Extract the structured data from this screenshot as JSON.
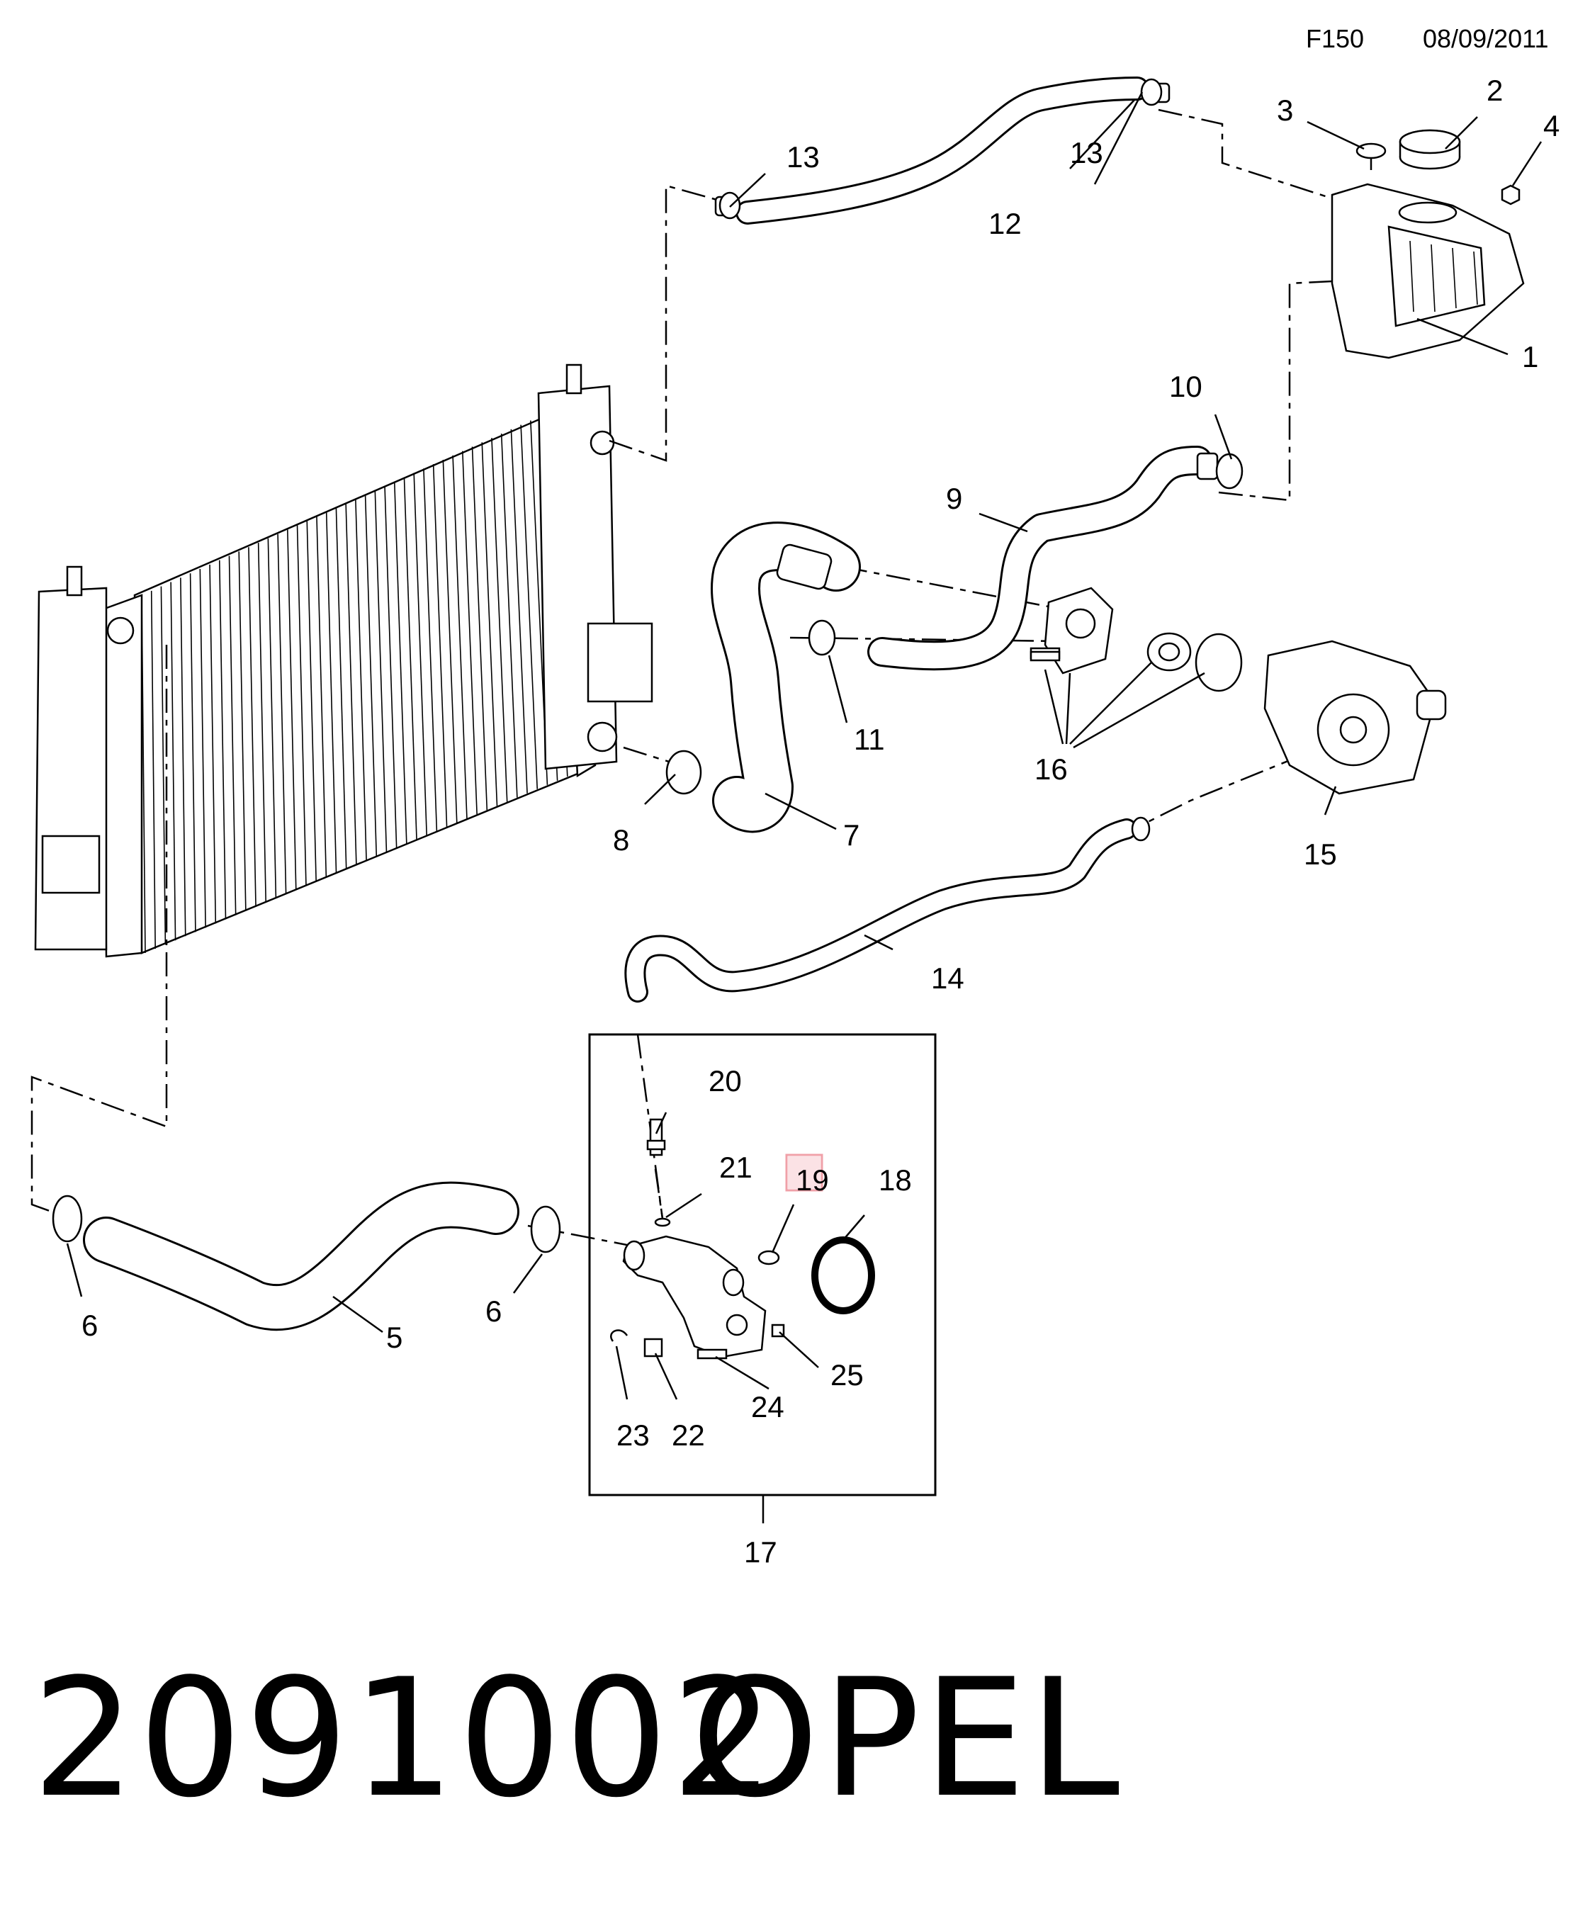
{
  "header": {
    "code": "F150",
    "date": "08/09/2011"
  },
  "footer": {
    "part_number": "2091002",
    "brand": "OPEL"
  },
  "callouts": [
    "1",
    "2",
    "3",
    "4",
    "5",
    "6",
    "6",
    "7",
    "8",
    "9",
    "10",
    "11",
    "12",
    "13",
    "13",
    "14",
    "15",
    "16",
    "17",
    "18",
    "19",
    "20",
    "21",
    "22",
    "23",
    "24",
    "25"
  ],
  "highlight": {
    "color": "#f0a0a8",
    "label_index": 20
  }
}
